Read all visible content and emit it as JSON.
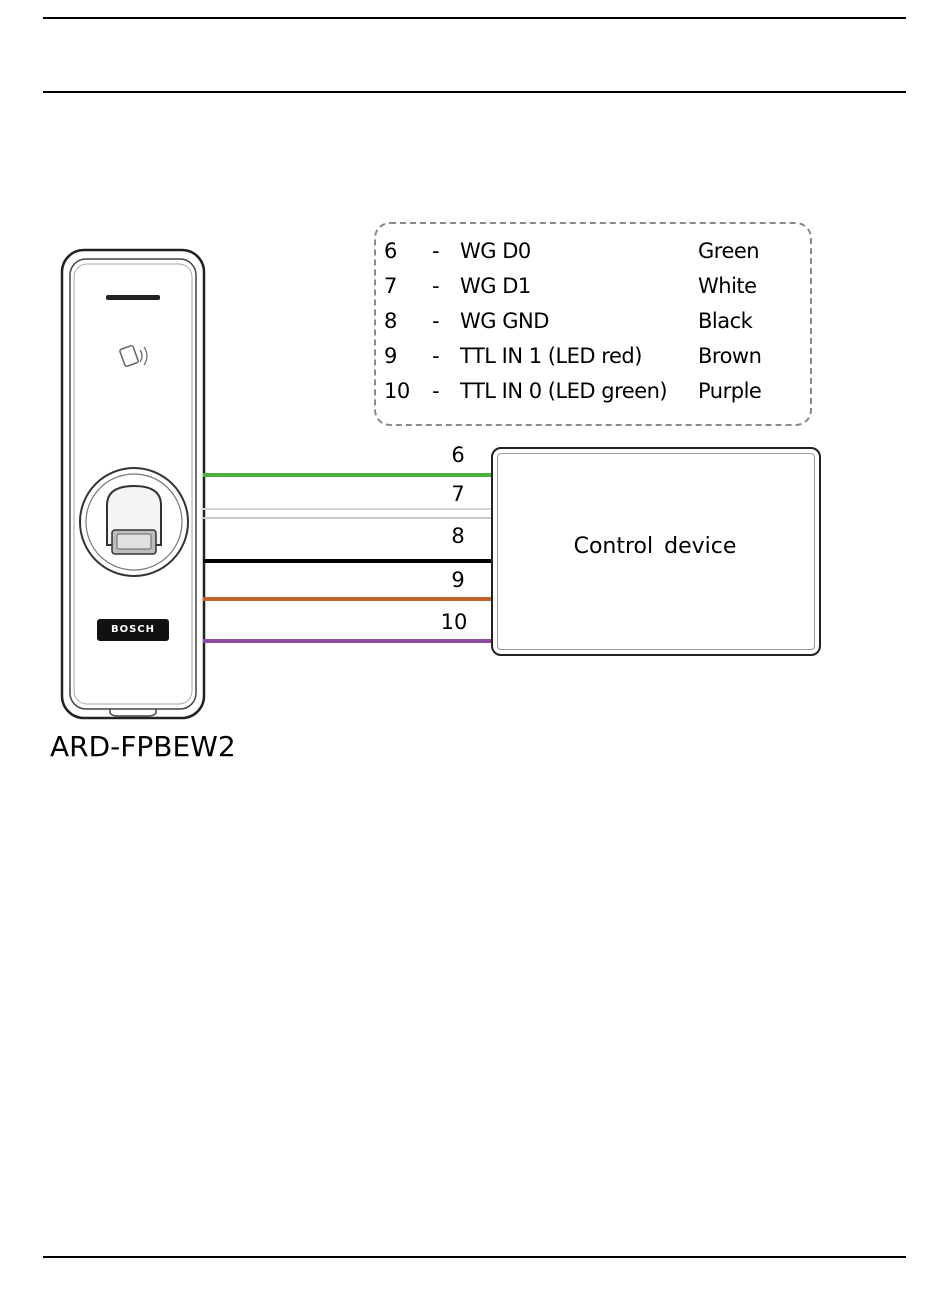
{
  "pinout_legend": [
    {
      "pin": "6",
      "dash": "-",
      "signal": "WG  D0",
      "color": "Green"
    },
    {
      "pin": "7",
      "dash": "-",
      "signal": "WG  D1",
      "color": "White"
    },
    {
      "pin": "8",
      "dash": "-",
      "signal": "WG  GND",
      "color": "Black"
    },
    {
      "pin": "9",
      "dash": "-",
      "signal": "TTL  IN  1 (LED red)",
      "color": "Brown"
    },
    {
      "pin": "10",
      "dash": "-",
      "signal": "TTL  IN  0 (LED green)",
      "color": "Purple"
    }
  ],
  "wires": [
    {
      "number": "6",
      "color_hex": "#4daf3c"
    },
    {
      "number": "7",
      "color_hex": "#d4d4d4"
    },
    {
      "number": "8",
      "color_hex": "#c8c8c8"
    },
    {
      "number": "9",
      "color_hex": "#c0642a"
    },
    {
      "number": "10",
      "color_hex": "#8f4aa0"
    }
  ],
  "control_device": {
    "label": "Control  device"
  },
  "reader": {
    "model": "ARD-FPBEW2",
    "brand": "BOSCH"
  }
}
